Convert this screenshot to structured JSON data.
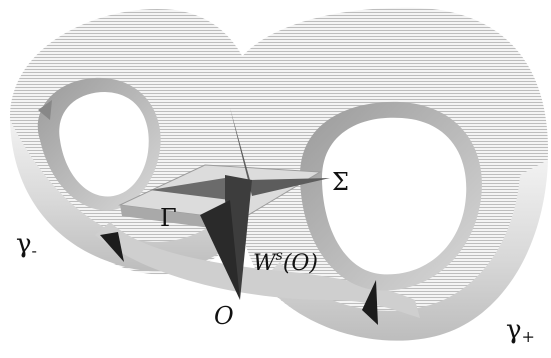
{
  "figure": {
    "labels": {
      "gamma_minus": "γ",
      "gamma_minus_sub": "-",
      "gamma_plus": "γ",
      "gamma_plus_sub": "+",
      "Gamma": "Γ",
      "Sigma": "Σ",
      "stable_manifold": "W",
      "stable_manifold_sup": "s",
      "stable_manifold_arg": "(O)",
      "origin": "O"
    },
    "colors": {
      "surface_light": "#e6e6e6",
      "surface_mid": "#bdbdbd",
      "surface_dark": "#7a7a7a",
      "manifold_dark": "#4a4a4a",
      "hole": "#ffffff",
      "ink": "#111111"
    }
  }
}
